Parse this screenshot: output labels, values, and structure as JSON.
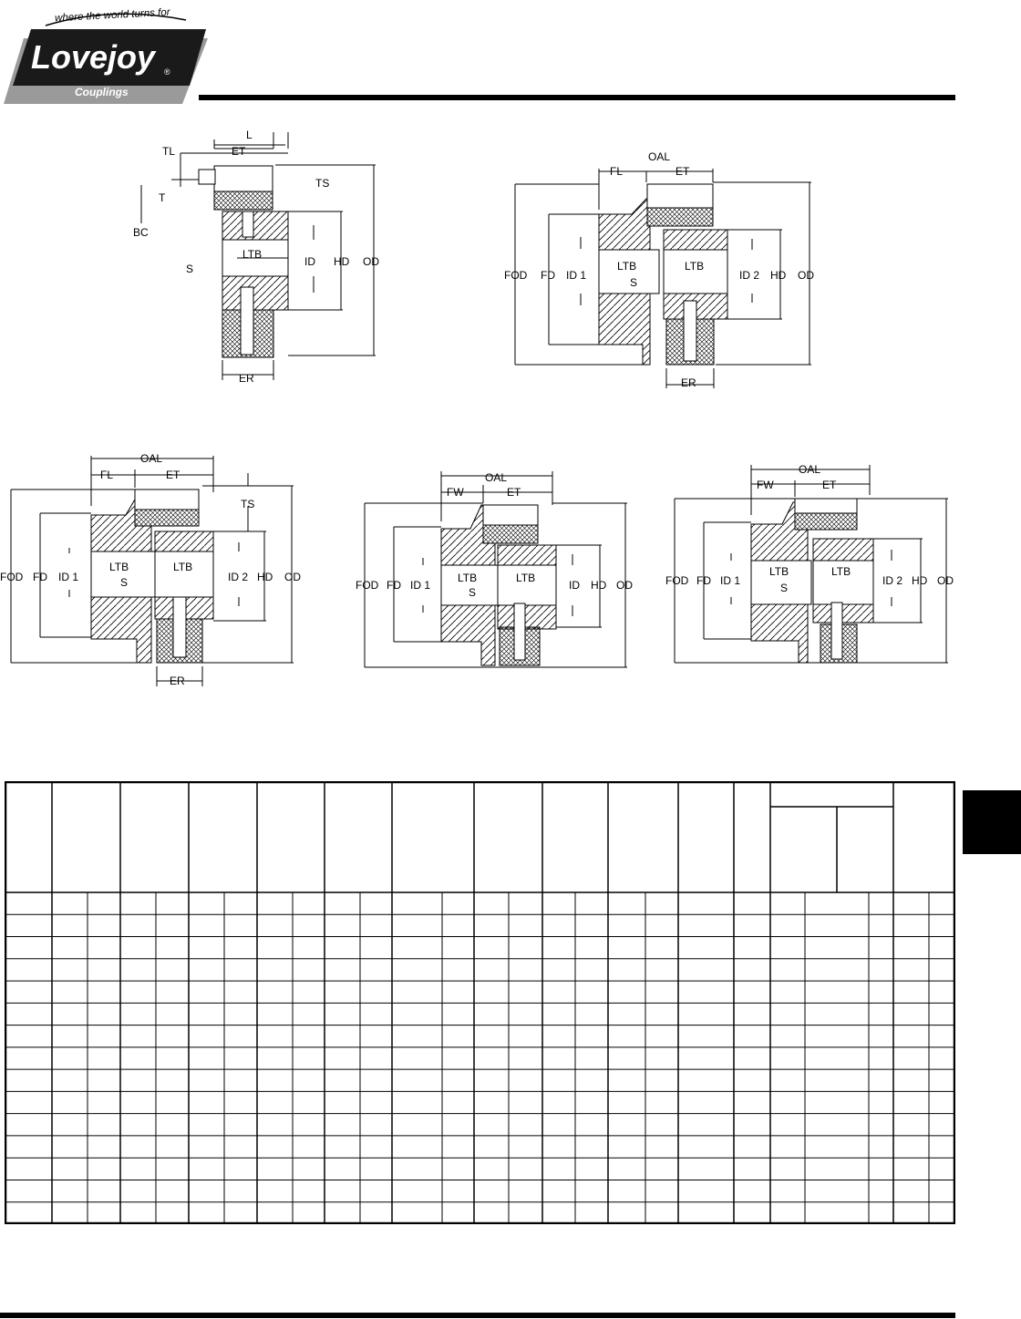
{
  "brand": {
    "tagline": "where the world turns for",
    "name": "Lovejoy",
    "sub": "Couplings",
    "registered": "®"
  },
  "drawings": {
    "d1": {
      "L": "L",
      "TL": "TL",
      "ET": "ET",
      "TS": "TS",
      "T": "T",
      "BC": "BC",
      "LTB": "LTB",
      "S": "S",
      "ID": "ID",
      "HD": "HD",
      "OD": "OD",
      "ER": "ER"
    },
    "d2": {
      "OAL": "OAL",
      "FL": "FL",
      "ET": "ET",
      "FOD": "FOD",
      "FD": "FD",
      "ID1": "ID 1",
      "LTB1": "LTB",
      "LTB2": "LTB",
      "S": "S",
      "ID2": "ID 2",
      "HD": "HD",
      "OD": "OD",
      "ER": "ER"
    },
    "d3": {
      "OAL": "OAL",
      "FL": "FL",
      "ET": "ET",
      "TS": "TS",
      "FOD": "FOD",
      "FD": "FD",
      "ID1": "ID 1",
      "LTB1": "LTB",
      "LTB2": "LTB",
      "S": "S",
      "ID2": "ID 2",
      "HD": "HD",
      "OD": "OD",
      "ER": "ER"
    },
    "d4": {
      "OAL": "OAL",
      "FW": "FW",
      "ET": "ET",
      "FOD": "FOD",
      "FD": "FD",
      "ID1": "ID 1",
      "LTB1": "LTB",
      "LTB2": "LTB",
      "S": "S",
      "ID": "ID",
      "HD": "HD",
      "OD": "OD"
    },
    "d5": {
      "OAL": "OAL",
      "FW": "FW",
      "ET": "ET",
      "FOD": "FOD",
      "FD": "FD",
      "ID1": "ID 1",
      "LTB1": "LTB",
      "LTB2": "LTB",
      "S": "S",
      "ID2": "ID 2",
      "HD": "HD",
      "OD": "OD"
    }
  },
  "colors": {
    "ink": "#000000",
    "paper": "#ffffff",
    "logo_fill": "#1a1a1a",
    "logo_shadow": "#9a9a9a"
  }
}
